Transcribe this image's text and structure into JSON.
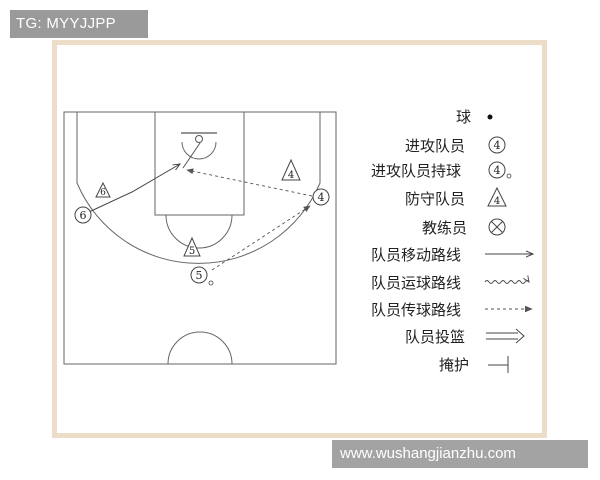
{
  "watermark_top": "TG: MYYJJPP",
  "watermark_bottom": "www.wushangjianzhu.com",
  "court": {
    "players": {
      "attacker_6": "6",
      "defender_6": "6",
      "attacker_4": "4",
      "defender_4": "4",
      "attacker_5": "5",
      "defender_5": "5"
    }
  },
  "legend": {
    "items": [
      {
        "label": "球",
        "symbol": "ball-dot-icon"
      },
      {
        "label": "进攻队员",
        "symbol": "circled-4-icon",
        "glyph": "4"
      },
      {
        "label": "进攻队员持球",
        "symbol": "circled-4-with-ball-icon",
        "glyph": "4"
      },
      {
        "label": "防守队员",
        "symbol": "triangle-4-icon",
        "glyph": "4"
      },
      {
        "label": "教练员",
        "symbol": "circled-x-icon"
      },
      {
        "label": "队员移动路线",
        "symbol": "solid-arrow-icon"
      },
      {
        "label": "队员运球路线",
        "symbol": "wavy-arrow-icon"
      },
      {
        "label": "队员传球路线",
        "symbol": "dashed-arrow-icon"
      },
      {
        "label": "队员投篮",
        "symbol": "double-arrow-icon"
      },
      {
        "label": "掩护",
        "symbol": "screen-tee-icon"
      }
    ]
  }
}
